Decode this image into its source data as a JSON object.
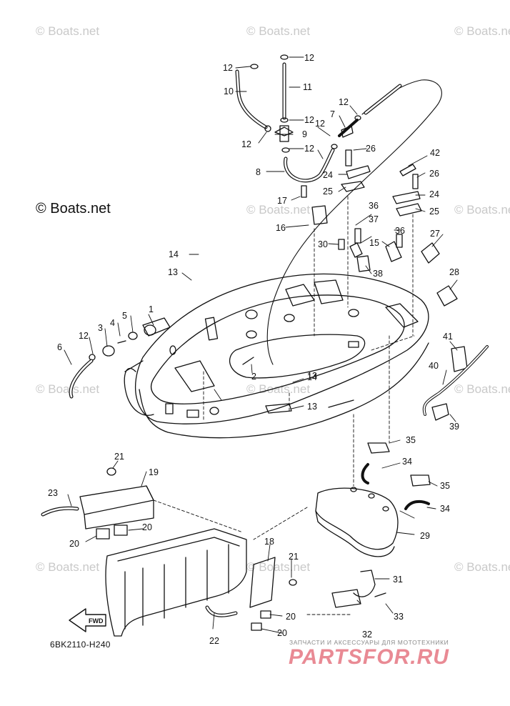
{
  "watermark": "© Boats.net",
  "brand_label": "© Boats.net",
  "drawing_code": "6BK2110-H240",
  "fwd_label": "FWD",
  "shop_tagline": "ЗАПЧАСТИ И АКСЕССУАРЫ ДЛЯ МОТОТЕХНИКИ",
  "shop_logo": "PARTSFOR.RU",
  "part_labels": [
    "1",
    "2",
    "3",
    "4",
    "5",
    "6",
    "7",
    "8",
    "9",
    "10",
    "11",
    "12",
    "12",
    "12",
    "12",
    "12",
    "12",
    "12",
    "12",
    "13",
    "13",
    "13",
    "14",
    "14",
    "15",
    "16",
    "17",
    "19",
    "20",
    "20",
    "20",
    "20",
    "21",
    "21",
    "22",
    "23",
    "24",
    "24",
    "25",
    "25",
    "26",
    "26",
    "27",
    "28",
    "29",
    "30",
    "31",
    "32",
    "33",
    "34",
    "34",
    "35",
    "35",
    "36",
    "36",
    "37",
    "38",
    "39",
    "40",
    "41",
    "42",
    "18"
  ]
}
